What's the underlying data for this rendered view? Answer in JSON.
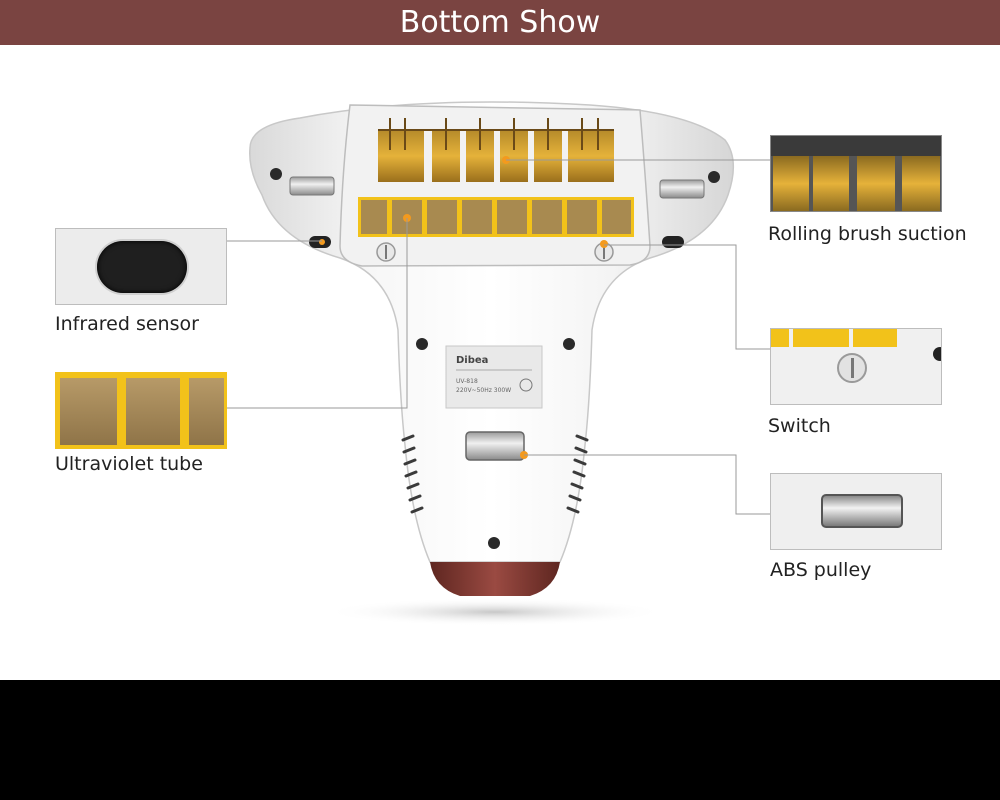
{
  "header": {
    "title": "Bottom Show"
  },
  "labels": {
    "infrared_sensor": "Infrared sensor",
    "ultraviolet_tube": "Ultraviolet tube",
    "rolling_brush_suction": "Rolling brush suction",
    "switch": "Switch",
    "abs_pulley": "ABS pulley"
  },
  "device_label": {
    "brand": "Dibea",
    "line1": "UV-818",
    "line2": "220V~50Hz 300W"
  },
  "colors": {
    "header_bg": "#7a4441",
    "accent_orange": "#f39a1e",
    "uv_gold": "#f2c21a",
    "nozzle_red": "#7d3630",
    "footer_bg": "#000000"
  }
}
